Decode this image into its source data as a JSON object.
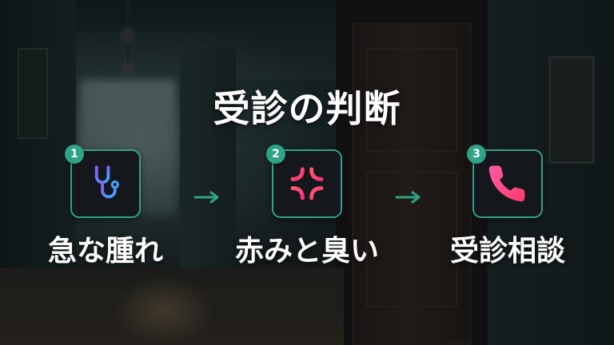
{
  "title": "受診の判断",
  "steps": [
    {
      "number": "1",
      "label": "急な腫れ",
      "icon": "stethoscope-icon"
    },
    {
      "number": "2",
      "label": "赤みと臭い",
      "icon": "anger-symbol-icon"
    },
    {
      "number": "3",
      "label": "受診相談",
      "icon": "phone-icon"
    }
  ],
  "arrows": [
    {
      "icon": "arrow-right-icon"
    },
    {
      "icon": "arrow-right-icon"
    }
  ],
  "colors": {
    "accent": "#2fa386",
    "title": "#ffffff",
    "icon_box_bg": "#14181c",
    "stethoscope_gradient": [
      "#8a5cf6",
      "#3ea6ff"
    ],
    "anger_gradient": [
      "#ff5a6e",
      "#ff2f7a"
    ],
    "phone_gradient": [
      "#ff5aa5",
      "#ff3d6e"
    ]
  }
}
